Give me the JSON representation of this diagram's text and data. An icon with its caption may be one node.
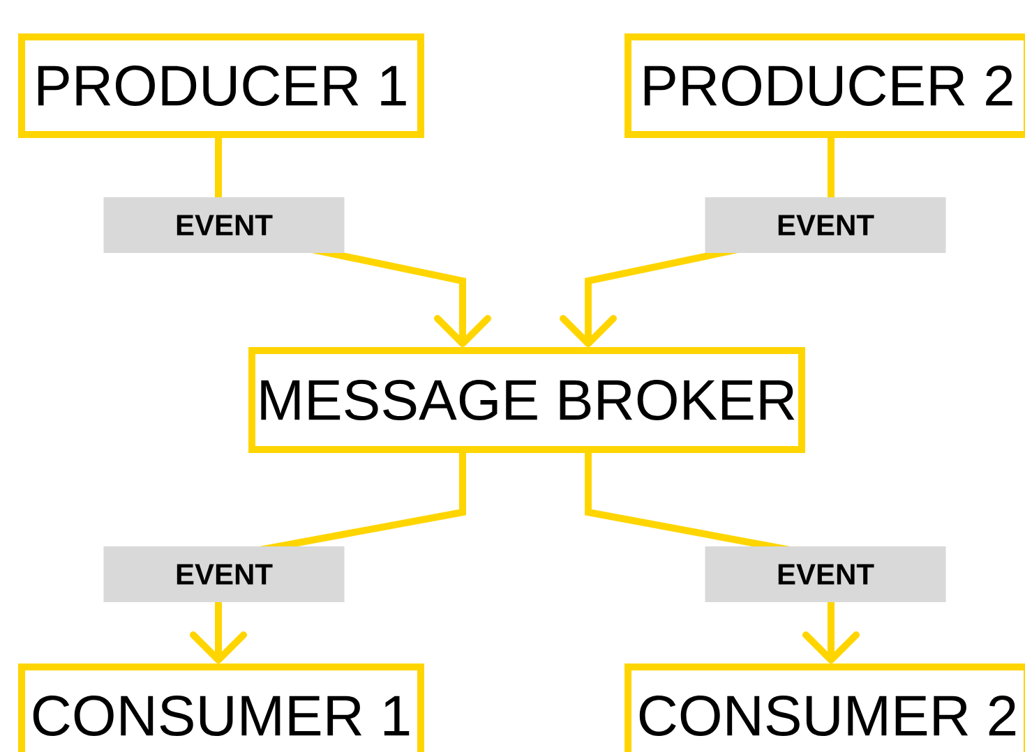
{
  "diagram": {
    "nodes": [
      {
        "text": [
          "PRODUCER 1"
        ]
      },
      {
        "text": [
          "PRODUCER 2"
        ]
      },
      {
        "text": [
          "MESSAGE BROKER"
        ]
      },
      {
        "text": [
          "CONSUMER 1"
        ]
      },
      {
        "text": [
          "CONSUMER 2"
        ]
      }
    ],
    "edges": [
      {
        "from": 0,
        "to": 2,
        "arrow": "to",
        "label": "EVENT"
      },
      {
        "from": 1,
        "to": 2,
        "arrow": "to",
        "label": "EVENT"
      },
      {
        "from": 2,
        "to": 3,
        "arrow": "to",
        "label": "EVENT"
      },
      {
        "from": 2,
        "to": 4,
        "arrow": "to",
        "label": "EVENT"
      }
    ]
  }
}
